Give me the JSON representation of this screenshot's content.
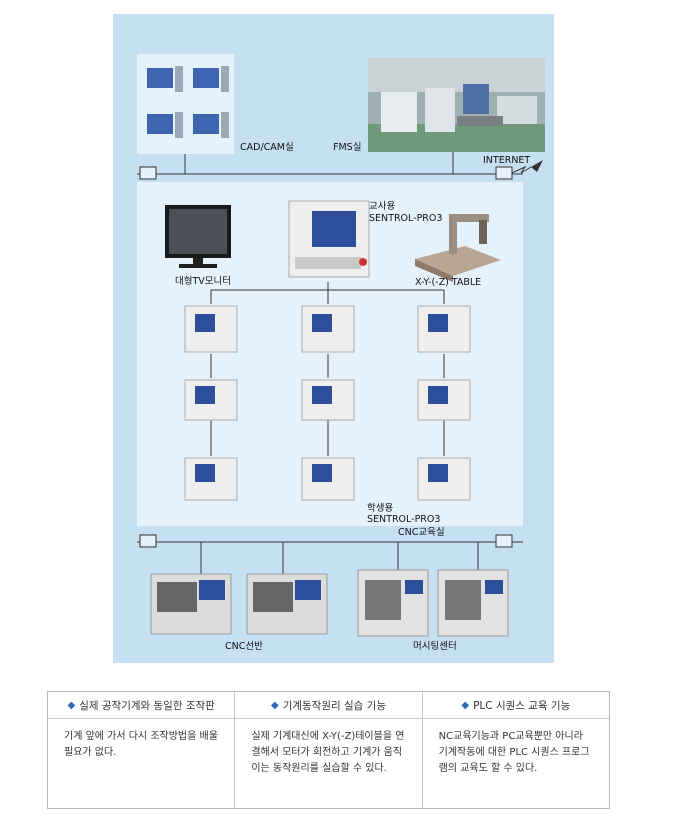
{
  "labels": {
    "cadcam": "CAD/CAM실",
    "fms": "FMS실",
    "internet": "INTERNET",
    "teacher_line1": "교사용",
    "teacher_line2": "SENTROL-PRO3",
    "tv": "대형TV모니터",
    "xyz_table": "X-Y-(-Z) TABLE",
    "student_line1": "학생용",
    "student_line2": "SENTROL-PRO3",
    "cnc_room": "CNC교육실",
    "cnc_lathe": "CNC선반",
    "machining_center": "머시팅센터"
  },
  "features": [
    {
      "title": "실제 공작기계와 동일한 조작판",
      "body": "기계 앞에 가서 다시 조작방법을 배울 필요가 없다."
    },
    {
      "title": "기계동작원리 실습 기능",
      "body": "실제 기계대신에 X-Y(-Z)테이블을 연결해서 모터가 회전하고 기계가 움직이는 동작원리를 실습할 수 있다."
    },
    {
      "title": "PLC 시퀀스 교육 기능",
      "body": "NC교육기능과 PC교육뿐만 아니라 기계작동에 대한 PLC 시퀀스 프로그램의 교육도 할 수 있다."
    }
  ],
  "colors": {
    "background": "#c6e0f3",
    "panel": "#e6f2fb",
    "line": "#333333",
    "icon": "#2b65b5"
  }
}
